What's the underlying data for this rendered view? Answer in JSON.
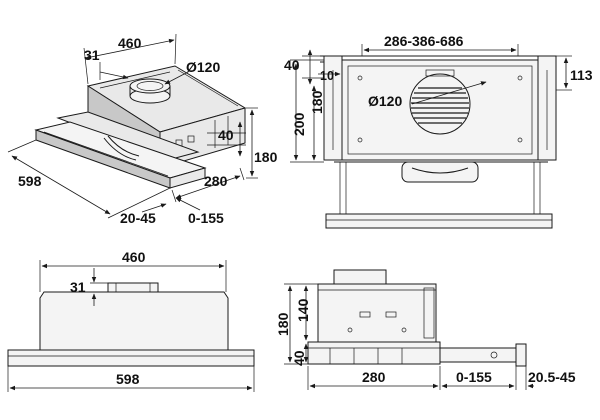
{
  "views": {
    "iso": {
      "width_460": "460",
      "offset_31": "31",
      "duct_dia": "Ø120",
      "depth_40": "40",
      "height_180": "180",
      "length_598": "598",
      "depth_280": "280",
      "range_20_45": "20-45",
      "range_0_155": "0-155"
    },
    "front": {
      "span_286_386_686": "286-386-686",
      "top_40": "40",
      "top_10": "10",
      "right_113": "113",
      "duct_dia": "Ø120",
      "height_200": "200",
      "height_180": "180"
    },
    "top": {
      "width_460": "460",
      "offset_31": "31",
      "length_598": "598"
    },
    "side": {
      "height_180": "180",
      "height_140": "140",
      "height_40": "40",
      "depth_280": "280",
      "range_0_155": "0-155",
      "range_20_5_45": "20.5-45"
    }
  }
}
